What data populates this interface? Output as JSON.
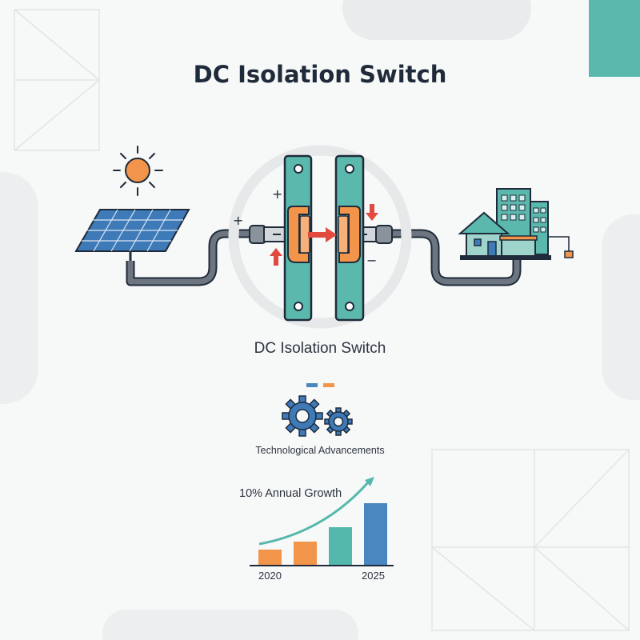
{
  "title": "DC Isolation Switch",
  "switch_caption": "DC Isolation Switch",
  "symbols": {
    "plus": "+",
    "minus": "−"
  },
  "tech": {
    "label": "Technological Advancements",
    "icon": "gears-icon"
  },
  "chart_data": {
    "type": "bar",
    "title": "10% Annual Growth",
    "categories": [
      "2020",
      "",
      "",
      "2025"
    ],
    "x_tick_labels": [
      "2020",
      "2025"
    ],
    "values": [
      1.0,
      1.5,
      2.4,
      3.9
    ],
    "colors": [
      "#f2954b",
      "#f2954b",
      "#55b8ac",
      "#4a86bf"
    ],
    "trend_arrow": true,
    "xlabel": "",
    "ylabel": ""
  },
  "colors": {
    "teal": "#5bb8ad",
    "orange": "#f2954b",
    "blue": "#3f7ab8",
    "red": "#e14a3f",
    "dark": "#1f2b3a"
  },
  "icons": [
    "sun-icon",
    "solar-panel-icon",
    "house-icon",
    "building-icon",
    "plug-icon",
    "arrow-right-icon",
    "arrow-up-icon",
    "arrow-down-icon"
  ]
}
